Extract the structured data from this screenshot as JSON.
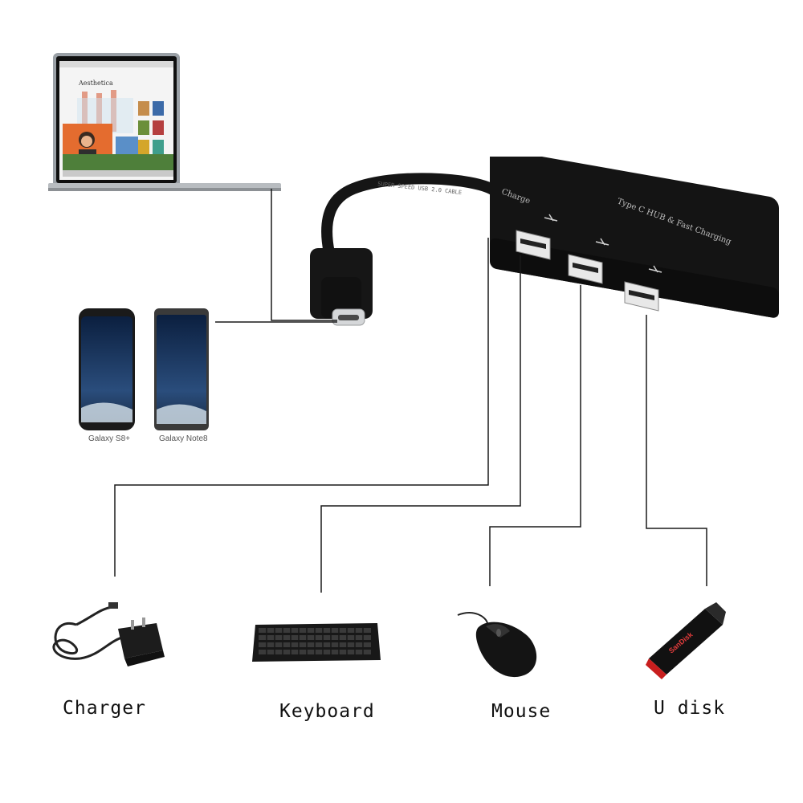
{
  "diagram": {
    "hub": {
      "printed_text": "Type C HUB & Fast Charging",
      "charge_text": "Charge"
    },
    "cable": {
      "printed_text": "SUPER SPEED USB 2.0 CABLE"
    },
    "laptop": {
      "screen_title": "Aesthetica"
    },
    "phones": {
      "captions": [
        "Galaxy S8+",
        "Galaxy Note8"
      ]
    },
    "devices": {
      "charger": "Charger",
      "keyboard": "Keyboard",
      "mouse": "Mouse",
      "udisk": "U disk",
      "udisk_brand": "SanDisk"
    }
  }
}
